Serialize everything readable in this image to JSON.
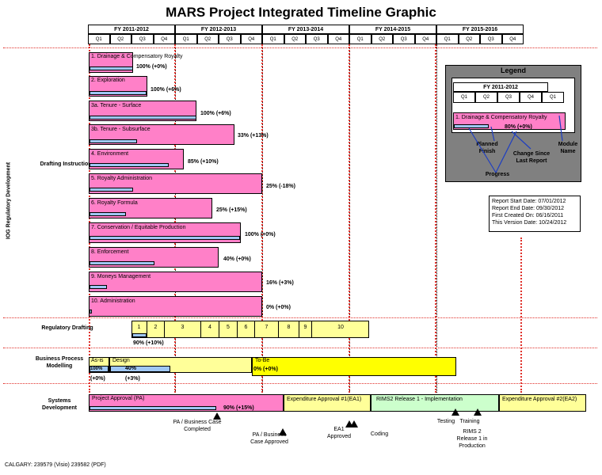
{
  "title": "MARS Project Integrated Timeline Graphic",
  "fiscal_years": [
    "FY 2011-2012",
    "FY 2012-2013",
    "FY 2013-2014",
    "FY 2014-2015",
    "FY 2015-2016"
  ],
  "quarter_labels": [
    "Q1",
    "Q2",
    "Q3",
    "Q4",
    "Q1",
    "Q2",
    "Q3",
    "Q4",
    "Q1",
    "Q2",
    "Q3",
    "Q4",
    "Q1",
    "Q2",
    "Q3",
    "Q4",
    "Q1",
    "Q2",
    "Q3",
    "Q4"
  ],
  "side_label": "IOG Regulatory Development",
  "sections": {
    "drafting": "Drafting Instructions",
    "regulatory": "Regulatory Drafting",
    "bpm": "Business Process Modelling",
    "systems": "Systems Development"
  },
  "tasks": [
    {
      "label": "1.  Drainage & Compensatory Royalty",
      "pct": "100% (+0%)"
    },
    {
      "label": "2.  Exploration",
      "pct": "100% (+6%)"
    },
    {
      "label": "3a. Tenure - Surface",
      "pct": "100% (+6%)"
    },
    {
      "label": "3b. Tenure - Subsurface",
      "pct": "33% (+13%)"
    },
    {
      "label": "4.  Environment",
      "pct": "85% (+10%)"
    },
    {
      "label": "5.  Royalty Administration",
      "pct": "25% (-18%)"
    },
    {
      "label": "6.  Royalty Formula",
      "pct": "25% (+15%)"
    },
    {
      "label": "7.  Conservation / Equitable Production",
      "pct": "100% (+0%)"
    },
    {
      "label": "8.  Enforcement",
      "pct": "40% (+0%)"
    },
    {
      "label": "9. Moneys Management",
      "pct": "16% (+3%)"
    },
    {
      "label": "10. Administration",
      "pct": "0% (+0%)"
    }
  ],
  "reg_drafting": {
    "steps": [
      "1",
      "2",
      "3",
      "4",
      "5",
      "6",
      "7",
      "8",
      "9",
      "10"
    ],
    "pct": "90% (+10%)"
  },
  "bpm": {
    "asis": "As-is",
    "asis_pct": "100%",
    "asis_change": "(+0%)",
    "design": "Design",
    "design_pct": "40%",
    "design_change": "(+3%)",
    "tobe": "To-Be",
    "tobe_pct": "0% (+0%)"
  },
  "systems": {
    "pa": "Project Approval (PA)",
    "pa_pct": "90% (+15%)",
    "ea1": "Expenditure Approval #1(EA1)",
    "rims": "RIMS2 Release 1 - Implementation",
    "ea2": "Expenditure Approval #2(EA2)"
  },
  "milestones": {
    "pa_complete": "PA / Business Case Completed",
    "pa_approved": "PA / Business Case Approved",
    "ea1": "EA1 Approved",
    "coding": "Coding",
    "testing": "Testing",
    "training": "Training",
    "rims2": "RIMS 2 Release 1 in Production"
  },
  "legend": {
    "title": "Legend",
    "fy": "FY 2011-2012",
    "quarters": [
      "Q1",
      "Q2",
      "Q3",
      "Q4",
      "Q1"
    ],
    "sample": "1.  Drainage & Compensatory Royalty",
    "sample_pct": "80% (+0%)",
    "planned_finish": "Planned Finish",
    "change": "Change Since Last Report",
    "module_name": "Module Name",
    "progress": "Progress"
  },
  "report": {
    "start": "Report Start Date: 07/01/2012",
    "end": "Report End Date: 09/30/2012",
    "created": "First Created On: 06/16/2011",
    "version": "This Version Date: 10/24/2012"
  },
  "footer": "CALGARY: 239579 (Visio)   239582 (PDF)"
}
